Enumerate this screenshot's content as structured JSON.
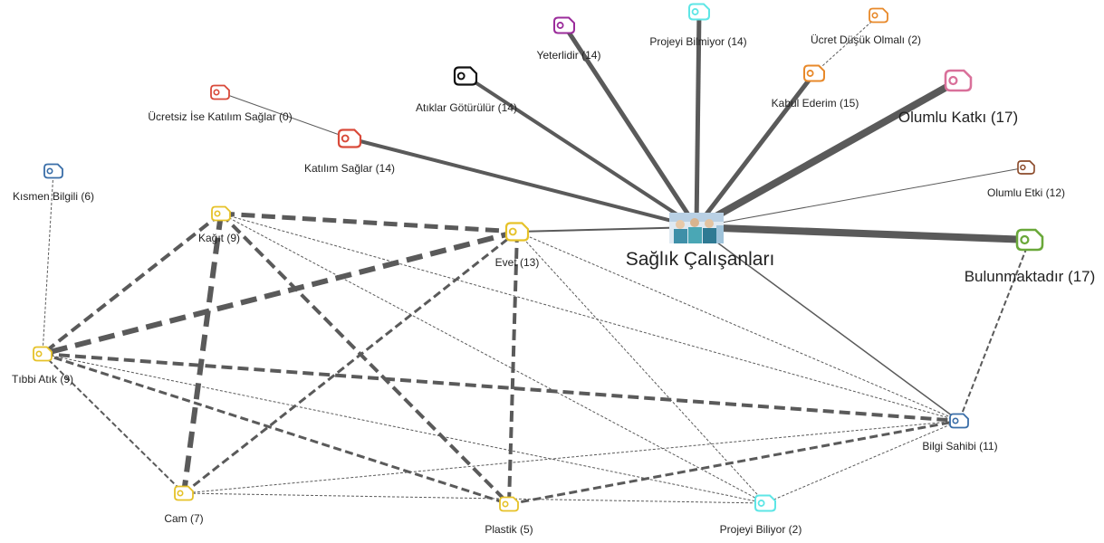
{
  "diagram": {
    "center": {
      "id": "center",
      "label": "Sağlık Çalışanları"
    },
    "nodes": [
      {
        "id": "yeterlidir",
        "label": "Yeterlidir (14)",
        "color": "#9b2c9b"
      },
      {
        "id": "projeyi_bilmiyor",
        "label": "Projeyi Bilmiyor (14)",
        "color": "#5ee6e6"
      },
      {
        "id": "ucret_dusuk",
        "label": "Ücret Düşük Olmalı (2)",
        "color": "#e8892a"
      },
      {
        "id": "atiklar",
        "label": "Atıklar Götürülür (14)",
        "color": "#111111"
      },
      {
        "id": "kabul",
        "label": "Kabul Ederim (15)",
        "color": "#e8892a"
      },
      {
        "id": "olumlu_katki",
        "label": "Olumlu Katkı (17)",
        "color": "#d9709a"
      },
      {
        "id": "ucretsiz",
        "label": "Ücretsiz İse Katılım Sağlar (0)",
        "color": "#d94a3a"
      },
      {
        "id": "katilim",
        "label": "Katılım Sağlar (14)",
        "color": "#d94a3a"
      },
      {
        "id": "olumlu_etki",
        "label": "Olumlu Etki (12)",
        "color": "#8b4a2a"
      },
      {
        "id": "kismen",
        "label": "Kısmen Bilgili (6)",
        "color": "#3a6ea8"
      },
      {
        "id": "kagit",
        "label": "Kağıt (9)",
        "color": "#e6c229"
      },
      {
        "id": "evet",
        "label": "Evet (13)",
        "color": "#e6c229"
      },
      {
        "id": "bulunmaktadir",
        "label": "Bulunmaktadır (17)",
        "color": "#6aa83a"
      },
      {
        "id": "tibbi",
        "label": "Tıbbi Atık (9)",
        "color": "#e6c229"
      },
      {
        "id": "bilgi",
        "label": "Bilgi Sahibi (11)",
        "color": "#3a6ea8"
      },
      {
        "id": "cam",
        "label": "Cam (7)",
        "color": "#e6c229"
      },
      {
        "id": "plastik",
        "label": "Plastik (5)",
        "color": "#e6c229"
      },
      {
        "id": "projeyi_biliyor",
        "label": "Projeyi Biliyor (2)",
        "color": "#5ee6e6"
      }
    ],
    "edges": [
      {
        "from": "center",
        "to": "yeterlidir",
        "style": "solid",
        "weight": 5
      },
      {
        "from": "center",
        "to": "projeyi_bilmiyor",
        "style": "solid",
        "weight": 5
      },
      {
        "from": "center",
        "to": "kabul",
        "style": "solid",
        "weight": 5
      },
      {
        "from": "center",
        "to": "olumlu_katki",
        "style": "solid",
        "weight": 8
      },
      {
        "from": "center",
        "to": "atiklar",
        "style": "solid",
        "weight": 4
      },
      {
        "from": "center",
        "to": "katilim",
        "style": "solid",
        "weight": 4
      },
      {
        "from": "center",
        "to": "olumlu_etki",
        "style": "solid",
        "weight": 1
      },
      {
        "from": "center",
        "to": "bulunmaktadir",
        "style": "solid",
        "weight": 8
      },
      {
        "from": "center",
        "to": "evet",
        "style": "solid",
        "weight": 2
      },
      {
        "from": "center",
        "to": "bilgi",
        "style": "solid",
        "weight": 1.5
      },
      {
        "from": "ucret_dusuk",
        "to": "kabul",
        "style": "dashed",
        "weight": 1
      },
      {
        "from": "ucretsiz",
        "to": "katilim",
        "style": "solid",
        "weight": 1
      },
      {
        "from": "kismen",
        "to": "tibbi",
        "style": "dashed",
        "weight": 1
      },
      {
        "from": "bulunmaktadir",
        "to": "bilgi",
        "style": "dashed",
        "weight": 2
      },
      {
        "from": "kagit",
        "to": "evet",
        "style": "dashed",
        "weight": 5
      },
      {
        "from": "kagit",
        "to": "tibbi",
        "style": "dashed",
        "weight": 4
      },
      {
        "from": "kagit",
        "to": "cam",
        "style": "dashed",
        "weight": 6
      },
      {
        "from": "kagit",
        "to": "plastik",
        "style": "dashed",
        "weight": 4
      },
      {
        "from": "kagit",
        "to": "bilgi",
        "style": "dashed",
        "weight": 1
      },
      {
        "from": "kagit",
        "to": "projeyi_biliyor",
        "style": "dashed",
        "weight": 1
      },
      {
        "from": "evet",
        "to": "tibbi",
        "style": "dashed",
        "weight": 6
      },
      {
        "from": "evet",
        "to": "cam",
        "style": "dashed",
        "weight": 3
      },
      {
        "from": "evet",
        "to": "plastik",
        "style": "dashed",
        "weight": 4
      },
      {
        "from": "evet",
        "to": "bilgi",
        "style": "dashed",
        "weight": 1
      },
      {
        "from": "evet",
        "to": "projeyi_biliyor",
        "style": "dashed",
        "weight": 1
      },
      {
        "from": "tibbi",
        "to": "bilgi",
        "style": "dashed",
        "weight": 4
      },
      {
        "from": "tibbi",
        "to": "cam",
        "style": "dashed",
        "weight": 2
      },
      {
        "from": "tibbi",
        "to": "plastik",
        "style": "dashed",
        "weight": 3
      },
      {
        "from": "tibbi",
        "to": "projeyi_biliyor",
        "style": "dashed",
        "weight": 1
      },
      {
        "from": "cam",
        "to": "bilgi",
        "style": "dashed",
        "weight": 1
      },
      {
        "from": "cam",
        "to": "projeyi_biliyor",
        "style": "dashed",
        "weight": 1
      },
      {
        "from": "plastik",
        "to": "bilgi",
        "style": "dashed",
        "weight": 3
      },
      {
        "from": "projeyi_biliyor",
        "to": "bilgi",
        "style": "dashed",
        "weight": 1
      }
    ]
  }
}
